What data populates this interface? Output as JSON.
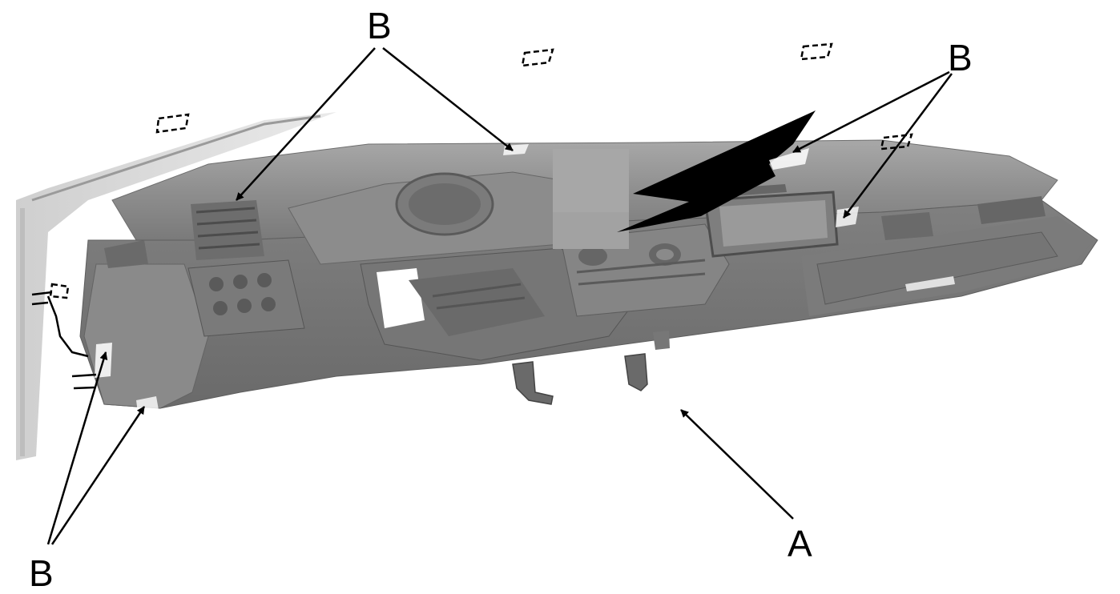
{
  "callouts": {
    "top_center": "B",
    "top_right": "B",
    "bottom_left": "B",
    "bottom_right": "A"
  },
  "colors": {
    "panel_base": "#8e8e8e",
    "panel_dark": "#5c5c5c",
    "panel_light": "#b5b5b5",
    "pillar": "#d4d4d4",
    "placeholder_box": "#a7a7a7",
    "ink": "#000000"
  }
}
